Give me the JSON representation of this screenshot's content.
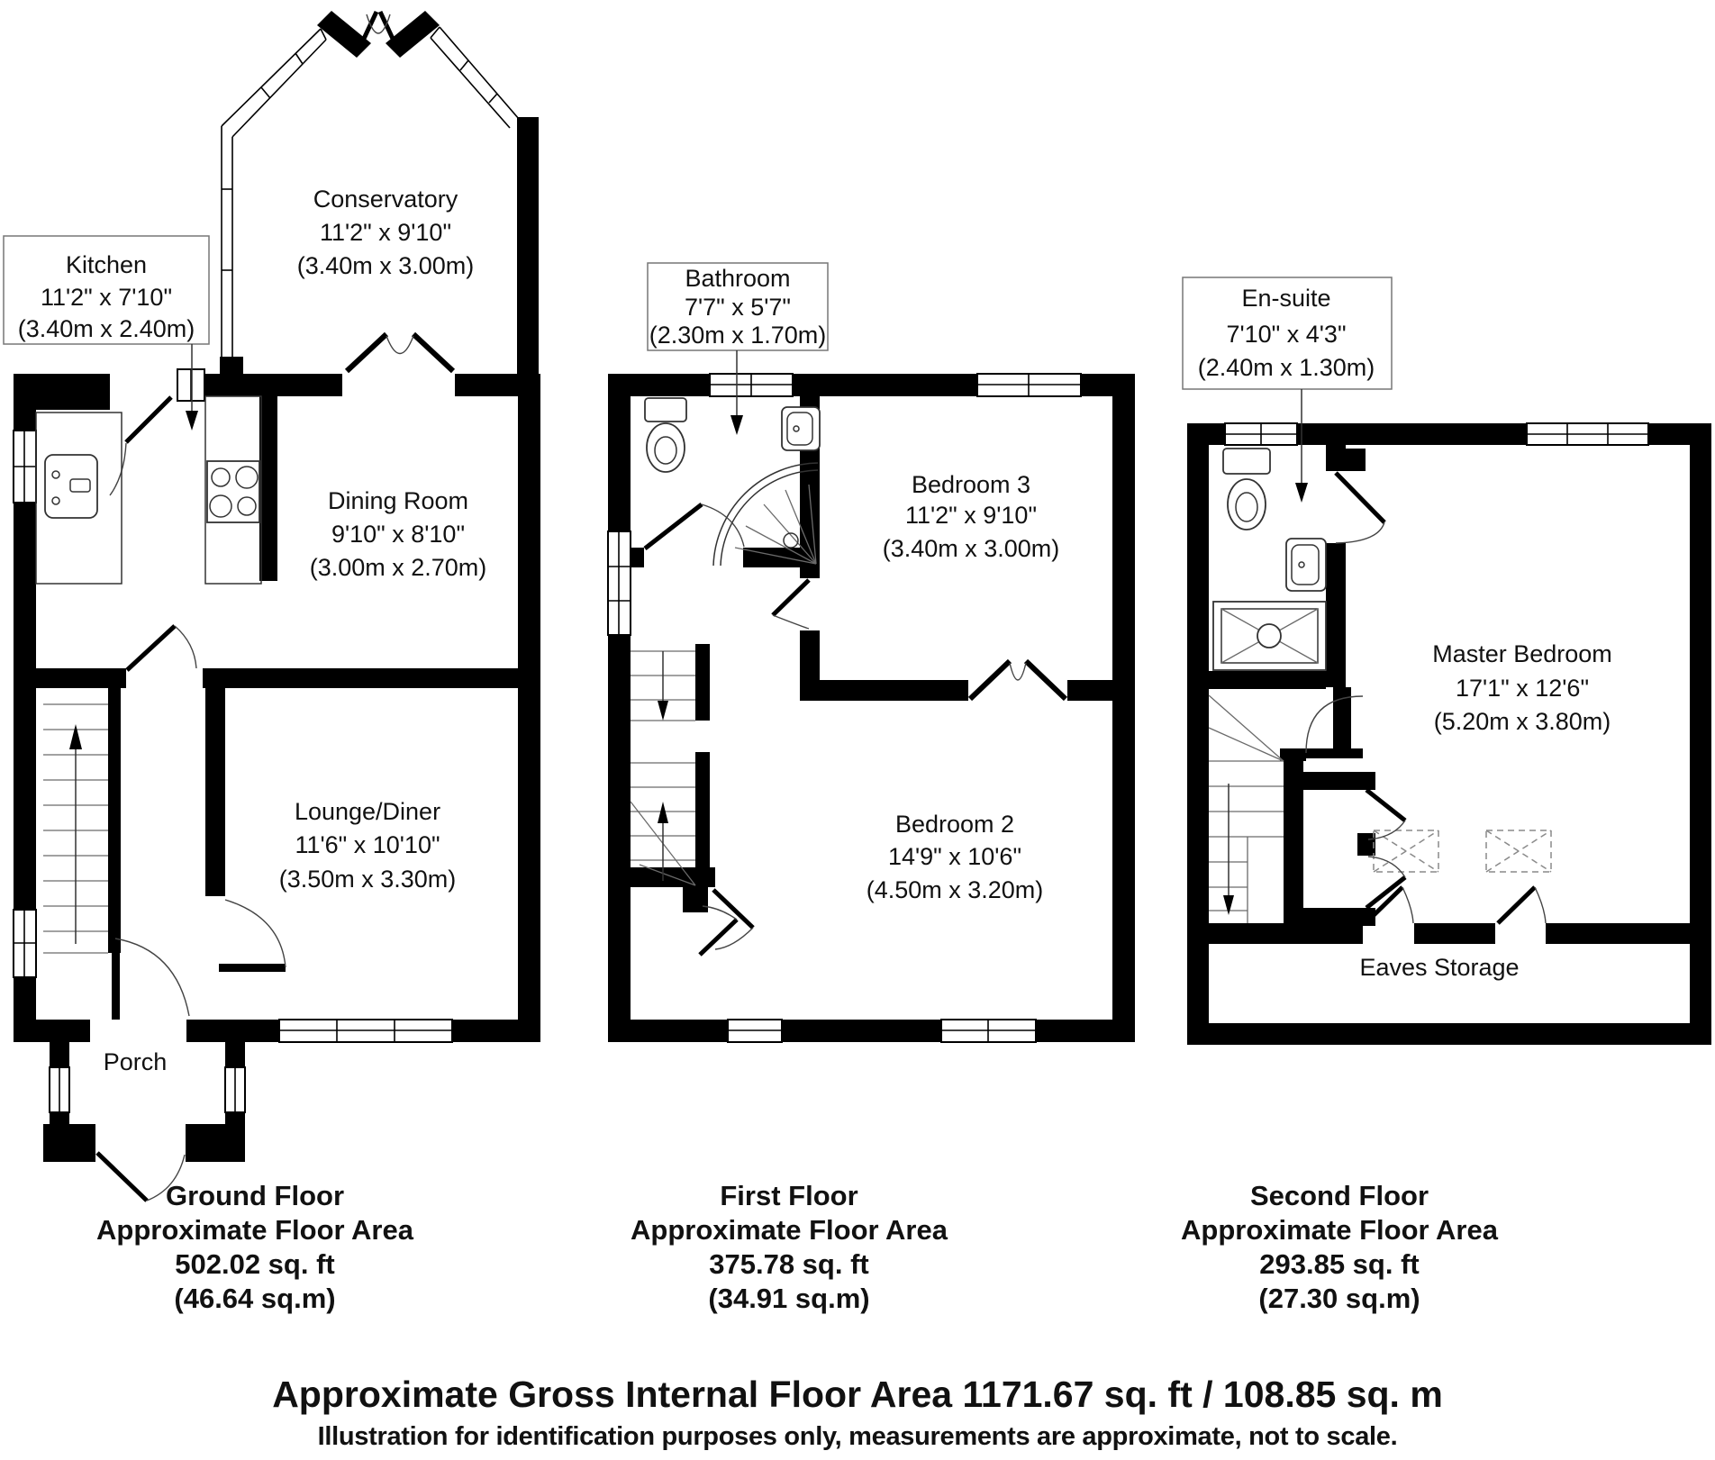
{
  "title": "Property Floor Plan",
  "colors": {
    "wall": "#000000",
    "background": "#ffffff",
    "text": "#111111"
  },
  "rooms": {
    "kitchen": {
      "name": "Kitchen",
      "imperial": "11'2\" x 7'10\"",
      "metric": "(3.40m x 2.40m)"
    },
    "conservatory": {
      "name": "Conservatory",
      "imperial": "11'2\" x 9'10\"",
      "metric": "(3.40m x 3.00m)"
    },
    "dining": {
      "name": "Dining Room",
      "imperial": "9'10\" x 8'10\"",
      "metric": "(3.00m x 2.70m)"
    },
    "lounge": {
      "name": "Lounge/Diner",
      "imperial": "11'6\" x 10'10\"",
      "metric": "(3.50m x 3.30m)"
    },
    "porch": {
      "name": "Porch"
    },
    "bathroom": {
      "name": "Bathroom",
      "imperial": "7'7\" x 5'7\"",
      "metric": "(2.30m x 1.70m)"
    },
    "bedroom3": {
      "name": "Bedroom 3",
      "imperial": "11'2\" x 9'10\"",
      "metric": "(3.40m x 3.00m)"
    },
    "bedroom2": {
      "name": "Bedroom 2",
      "imperial": "14'9\" x 10'6\"",
      "metric": "(4.50m x 3.20m)"
    },
    "ensuite": {
      "name": "En-suite",
      "imperial": "7'10\" x 4'3\"",
      "metric": "(2.40m x 1.30m)"
    },
    "master": {
      "name": "Master Bedroom",
      "imperial": "17'1\" x 12'6\"",
      "metric": "(5.20m x 3.80m)"
    },
    "eaves": {
      "name": "Eaves Storage"
    }
  },
  "floors": [
    {
      "name": "Ground Floor",
      "area_title": "Approximate Floor Area",
      "area_ft": "502.02 sq. ft",
      "area_m": "(46.64 sq.m)"
    },
    {
      "name": "First Floor",
      "area_title": "Approximate Floor Area",
      "area_ft": "375.78 sq. ft",
      "area_m": "(34.91 sq.m)"
    },
    {
      "name": "Second Floor",
      "area_title": "Approximate Floor Area",
      "area_ft": "293.85 sq. ft",
      "area_m": "(27.30 sq.m)"
    }
  ],
  "footer": {
    "gross": "Approximate Gross Internal Floor Area 1171.67 sq. ft / 108.85 sq. m",
    "disclaimer": "Illustration for identification purposes only, measurements are approximate, not to scale."
  }
}
